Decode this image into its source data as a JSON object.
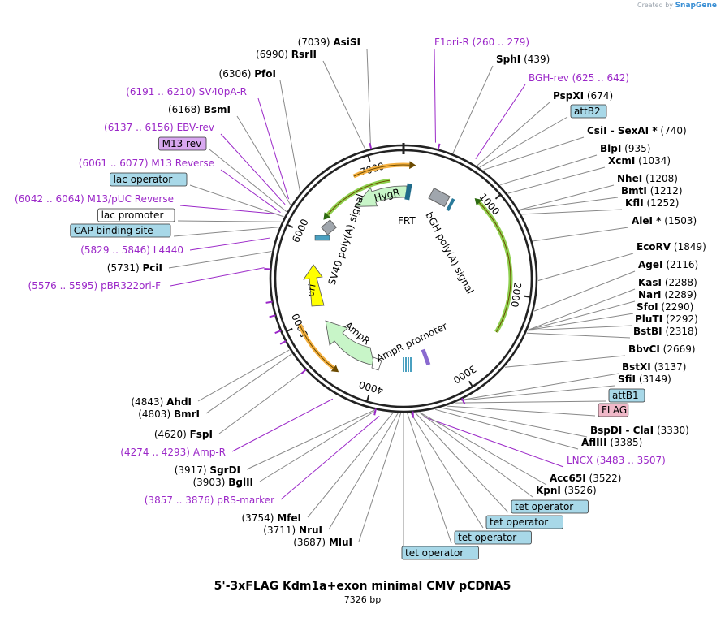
{
  "credit": {
    "text": "Created by",
    "brand": "SnapGene"
  },
  "plasmid": {
    "name": "5'-3xFLAG Kdm1a+exon minimal CMV pCDNA5",
    "size": "7326 bp"
  },
  "ticks": [
    "1000",
    "2000",
    "3000",
    "4000",
    "5000",
    "6000",
    "7000"
  ],
  "features": [
    {
      "name": "HygR",
      "color": "#c8f5c8",
      "kind": "arrow"
    },
    {
      "name": "FRT",
      "color": "#1f6b8a",
      "kind": "box"
    },
    {
      "name": "bGH poly(A) signal",
      "color": "#a0a6ad",
      "kind": "box"
    },
    {
      "name": "SV40 poly(A) signal",
      "color": "#a0a6ad",
      "kind": "box"
    },
    {
      "name": "ori",
      "color": "#ffff00",
      "kind": "arrow"
    },
    {
      "name": "AmpR",
      "color": "#c8f5c8",
      "kind": "arrow"
    },
    {
      "name": "AmpR promoter",
      "color": "#ffffff",
      "kind": "arrow"
    }
  ],
  "labels": [
    {
      "id": "AsiSI",
      "name": "AsiSI",
      "pos": "(7039)",
      "type": "enzyme"
    },
    {
      "id": "RsrII",
      "name": "RsrII",
      "pos": "(6990)",
      "type": "enzyme"
    },
    {
      "id": "PfoI",
      "name": "PfoI",
      "pos": "(6306)",
      "type": "enzyme"
    },
    {
      "id": "SV40pA-R",
      "name": "SV40pA-R",
      "pos": "(6191 .. 6210)",
      "type": "primer"
    },
    {
      "id": "BsmI",
      "name": "BsmI",
      "pos": "(6168)",
      "type": "enzyme"
    },
    {
      "id": "EBV-rev",
      "name": "EBV-rev",
      "pos": "(6137 .. 6156)",
      "type": "primer"
    },
    {
      "id": "M13rev",
      "name": "M13 rev",
      "type": "box",
      "color": "#d8a8f0"
    },
    {
      "id": "M13Reverse",
      "name": "M13 Reverse",
      "pos": "(6061 .. 6077)",
      "type": "primer"
    },
    {
      "id": "lacop",
      "name": "lac operator",
      "type": "box",
      "color": "#a8d8e8"
    },
    {
      "id": "M13pUC",
      "name": "M13/pUC Reverse",
      "pos": "(6042 .. 6064)",
      "type": "primer"
    },
    {
      "id": "lacpro",
      "name": "lac promoter",
      "type": "box",
      "color": "#ffffff"
    },
    {
      "id": "CAP",
      "name": "CAP binding site",
      "type": "box",
      "color": "#a8d8e8"
    },
    {
      "id": "L4440",
      "name": "L4440",
      "pos": "(5829 .. 5846)",
      "type": "primer"
    },
    {
      "id": "PciI",
      "name": "PciI",
      "pos": "(5731)",
      "type": "enzyme"
    },
    {
      "id": "pBR322",
      "name": "pBR322ori-F",
      "pos": "(5576 .. 5595)",
      "type": "primer"
    },
    {
      "id": "AhdI",
      "name": "AhdI",
      "pos": "(4843)",
      "type": "enzyme"
    },
    {
      "id": "BmrI",
      "name": "BmrI",
      "pos": "(4803)",
      "type": "enzyme"
    },
    {
      "id": "FspI",
      "name": "FspI",
      "pos": "(4620)",
      "type": "enzyme"
    },
    {
      "id": "AmpRp",
      "name": "Amp-R",
      "pos": "(4274 .. 4293)",
      "type": "primer"
    },
    {
      "id": "SgrDI",
      "name": "SgrDI",
      "pos": "(3917)",
      "type": "enzyme"
    },
    {
      "id": "BglII",
      "name": "BglII",
      "pos": "(3903)",
      "type": "enzyme"
    },
    {
      "id": "pRS",
      "name": "pRS-marker",
      "pos": "(3857 .. 3876)",
      "type": "primer"
    },
    {
      "id": "MfeI",
      "name": "MfeI",
      "pos": "(3754)",
      "type": "enzyme"
    },
    {
      "id": "NruI",
      "name": "NruI",
      "pos": "(3711)",
      "type": "enzyme"
    },
    {
      "id": "MluI",
      "name": "MluI",
      "pos": "(3687)",
      "type": "enzyme"
    },
    {
      "id": "F1ori",
      "name": "F1ori-R",
      "pos": "(260 .. 279)",
      "type": "primer"
    },
    {
      "id": "SphI",
      "name": "SphI",
      "pos": "(439)",
      "type": "enzyme"
    },
    {
      "id": "BGHrev",
      "name": "BGH-rev",
      "pos": "(625 .. 642)",
      "type": "primer"
    },
    {
      "id": "PspXI",
      "name": "PspXI",
      "pos": "(674)",
      "type": "enzyme"
    },
    {
      "id": "attB2",
      "name": "attB2",
      "type": "box",
      "color": "#a8d8e8"
    },
    {
      "id": "CsiI",
      "name": "CsiI  -  SexAI *",
      "pos": "(740)",
      "type": "enzyme"
    },
    {
      "id": "BlpI",
      "name": "BlpI",
      "pos": "(935)",
      "type": "enzyme"
    },
    {
      "id": "XcmI",
      "name": "XcmI",
      "pos": "(1034)",
      "type": "enzyme"
    },
    {
      "id": "NheI",
      "name": "NheI",
      "pos": "(1208)",
      "type": "enzyme"
    },
    {
      "id": "BmtI",
      "name": "BmtI",
      "pos": "(1212)",
      "type": "enzyme"
    },
    {
      "id": "KflI",
      "name": "KflI",
      "pos": "(1252)",
      "type": "enzyme"
    },
    {
      "id": "AleI",
      "name": "AleI *",
      "pos": "(1503)",
      "type": "enzyme"
    },
    {
      "id": "EcoRV",
      "name": "EcoRV",
      "pos": "(1849)",
      "type": "enzyme"
    },
    {
      "id": "AgeI",
      "name": "AgeI",
      "pos": "(2116)",
      "type": "enzyme"
    },
    {
      "id": "KasI",
      "name": "KasI",
      "pos": "(2288)",
      "type": "enzyme"
    },
    {
      "id": "NarI",
      "name": "NarI",
      "pos": "(2289)",
      "type": "enzyme"
    },
    {
      "id": "SfoI",
      "name": "SfoI",
      "pos": "(2290)",
      "type": "enzyme"
    },
    {
      "id": "PluTI",
      "name": "PluTI",
      "pos": "(2292)",
      "type": "enzyme"
    },
    {
      "id": "BstBI",
      "name": "BstBI",
      "pos": "(2318)",
      "type": "enzyme"
    },
    {
      "id": "BbvCI",
      "name": "BbvCI",
      "pos": "(2669)",
      "type": "enzyme"
    },
    {
      "id": "BstXI",
      "name": "BstXI",
      "pos": "(3137)",
      "type": "enzyme"
    },
    {
      "id": "SfiI",
      "name": "SfiI",
      "pos": "(3149)",
      "type": "enzyme"
    },
    {
      "id": "attB1",
      "name": "attB1",
      "type": "box",
      "color": "#a8d8e8"
    },
    {
      "id": "FLAG",
      "name": "FLAG",
      "type": "box",
      "color": "#f0b8c8"
    },
    {
      "id": "BspDI",
      "name": "BspDI  -  ClaI",
      "pos": "(3330)",
      "type": "enzyme"
    },
    {
      "id": "AflIII",
      "name": "AflIII",
      "pos": "(3385)",
      "type": "enzyme"
    },
    {
      "id": "LNCX",
      "name": "LNCX",
      "pos": "(3483 .. 3507)",
      "type": "primer"
    },
    {
      "id": "Acc65I",
      "name": "Acc65I",
      "pos": "(3522)",
      "type": "enzyme"
    },
    {
      "id": "KpnI",
      "name": "KpnI",
      "pos": "(3526)",
      "type": "enzyme"
    },
    {
      "id": "tet1",
      "name": "tet operator",
      "type": "box",
      "color": "#a8d8e8"
    },
    {
      "id": "tet2",
      "name": "tet operator",
      "type": "box",
      "color": "#a8d8e8"
    },
    {
      "id": "tet3",
      "name": "tet operator",
      "type": "box",
      "color": "#a8d8e8"
    },
    {
      "id": "tet4",
      "name": "tet operator",
      "type": "box",
      "color": "#a8d8e8"
    }
  ]
}
